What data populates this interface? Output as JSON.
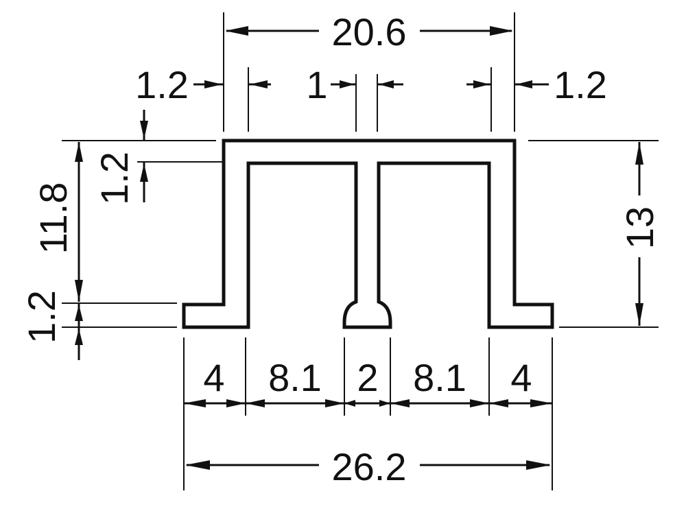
{
  "diagram": {
    "ink_color": "#111111",
    "background_color": "#ffffff",
    "dimensions": {
      "top_width": "20.6",
      "left_wall": "1.2",
      "center_stem": "1",
      "right_wall": "1.2",
      "top_thickness": "1.2",
      "inner_height": "11.8",
      "base_thickness": "1.2",
      "total_height": "13",
      "left_flange": "4",
      "left_channel": "8.1",
      "center_foot": "2",
      "right_channel": "8.1",
      "right_flange": "4",
      "bottom_width": "26.2"
    }
  }
}
